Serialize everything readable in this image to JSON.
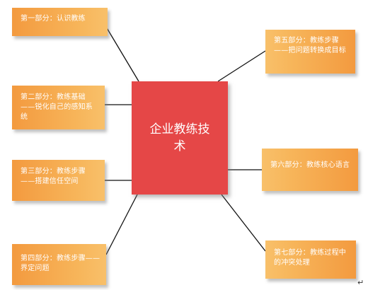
{
  "center": {
    "label": "企业教练技术"
  },
  "nodes": [
    {
      "id": "part1",
      "label": "第一部分：认识教练"
    },
    {
      "id": "part2",
      "label": "第二部分：教练基础——锐化自己的感知系统"
    },
    {
      "id": "part3",
      "label": "第三部分：教练步骤——搭建信任空间"
    },
    {
      "id": "part4",
      "label": "第四部分：教练步骤——界定问题"
    },
    {
      "id": "part5",
      "label": "第五部分：教练步骤——把问题转换成目标"
    },
    {
      "id": "part6",
      "label": "第六部分：教练核心语言"
    },
    {
      "id": "part7",
      "label": "第七部分：教练过程中的冲突处理"
    }
  ],
  "return_mark": "↵"
}
